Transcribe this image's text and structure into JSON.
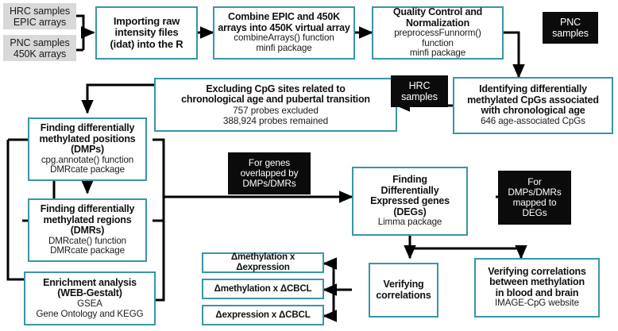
{
  "figure": {
    "type": "flowchart",
    "title": "DNA methylation and gene expression analysis pipeline",
    "colors": {
      "box_border_teal": "#3796a8",
      "box_fill_white": "#ffffff",
      "sample_box_grey": "#d9d9d9",
      "annotation_black": "#0b0b0b",
      "arrow_black": "#000000",
      "text_dark": "#111111"
    }
  },
  "nodes": {
    "hrc_samples_input": {
      "style": "grey",
      "lines": [
        "HRC samples",
        "EPIC arrays"
      ]
    },
    "pnc_samples_input": {
      "style": "grey",
      "lines": [
        "PNC samples",
        "450K arrays"
      ]
    },
    "importing": {
      "style": "teal",
      "title": [
        "Importing raw",
        "intensity files",
        "(idat) into the R"
      ],
      "sub": []
    },
    "combine": {
      "style": "teal",
      "title": [
        "Combine EPIC and 450K",
        "arrays into 450K virtual array"
      ],
      "sub": [
        "combineArrays() function",
        "minfi package"
      ]
    },
    "qc_norm": {
      "style": "teal",
      "title": [
        "Quality Control and",
        "Normalization"
      ],
      "sub": [
        "preprocessFunnorm()",
        "function",
        "minfi package"
      ]
    },
    "pnc_samples_label": {
      "style": "black",
      "lines": [
        "PNC",
        "samples"
      ]
    },
    "hrc_samples_label": {
      "style": "black",
      "lines": [
        "HRC",
        "samples"
      ]
    },
    "identifying_dm_cpgs": {
      "style": "teal",
      "title": [
        "Identifying differentially",
        "methylated CpGs associated",
        "with chronological age"
      ],
      "sub": [
        "646 age-associated CpGs"
      ]
    },
    "excluding": {
      "style": "teal",
      "title": [
        "Excluding CpG sites related to",
        "chronological age and pubertal transition"
      ],
      "sub": [
        "757 probes excluded",
        "388,924 probes remained"
      ]
    },
    "dmps": {
      "style": "teal",
      "title": [
        "Finding differentially",
        "methylated positions",
        "(DMPs)"
      ],
      "sub": [
        "cpg.annotate() function",
        "DMRcate package"
      ]
    },
    "dmrs": {
      "style": "teal",
      "title": [
        "Finding differentially",
        "methylated regions",
        "(DMRs)"
      ],
      "sub": [
        "DMRcate() function",
        "DMRcate package"
      ]
    },
    "enrichment": {
      "style": "teal",
      "title": [
        "Enrichment analysis",
        "(WEB-Gestalt)"
      ],
      "sub": [
        "GSEA",
        "Gene Ontology and KEGG"
      ]
    },
    "for_genes_overlapped": {
      "style": "black",
      "lines": [
        "For genes",
        "overlapped by",
        "DMPs/DMRs"
      ]
    },
    "degs": {
      "style": "teal",
      "title": [
        "Finding",
        "Differentially",
        "Expressed genes",
        "(DEGs)"
      ],
      "sub": [
        "Limma package"
      ]
    },
    "for_dmps_mapped": {
      "style": "black",
      "lines": [
        "For",
        "DMPs/DMRs",
        "mapped to",
        "DEGs"
      ]
    },
    "verifying_correlations": {
      "style": "teal",
      "title": [
        "Verifying",
        "correlations"
      ],
      "sub": []
    },
    "verifying_blood_brain": {
      "style": "teal",
      "title": [
        "Verifying correlations",
        "between methylation",
        "in blood and brain"
      ],
      "sub": [
        "IMAGE-CpG website"
      ]
    },
    "corr_meth_expr": {
      "style": "teal",
      "title": [
        "Δmethylation x Δexpression"
      ],
      "sub": []
    },
    "corr_meth_cbcl": {
      "style": "teal",
      "title": [
        "Δmethylation x ΔCBCL"
      ],
      "sub": []
    },
    "corr_expr_cbcl": {
      "style": "teal",
      "title": [
        "Δexpression x ΔCBCL"
      ],
      "sub": []
    }
  }
}
